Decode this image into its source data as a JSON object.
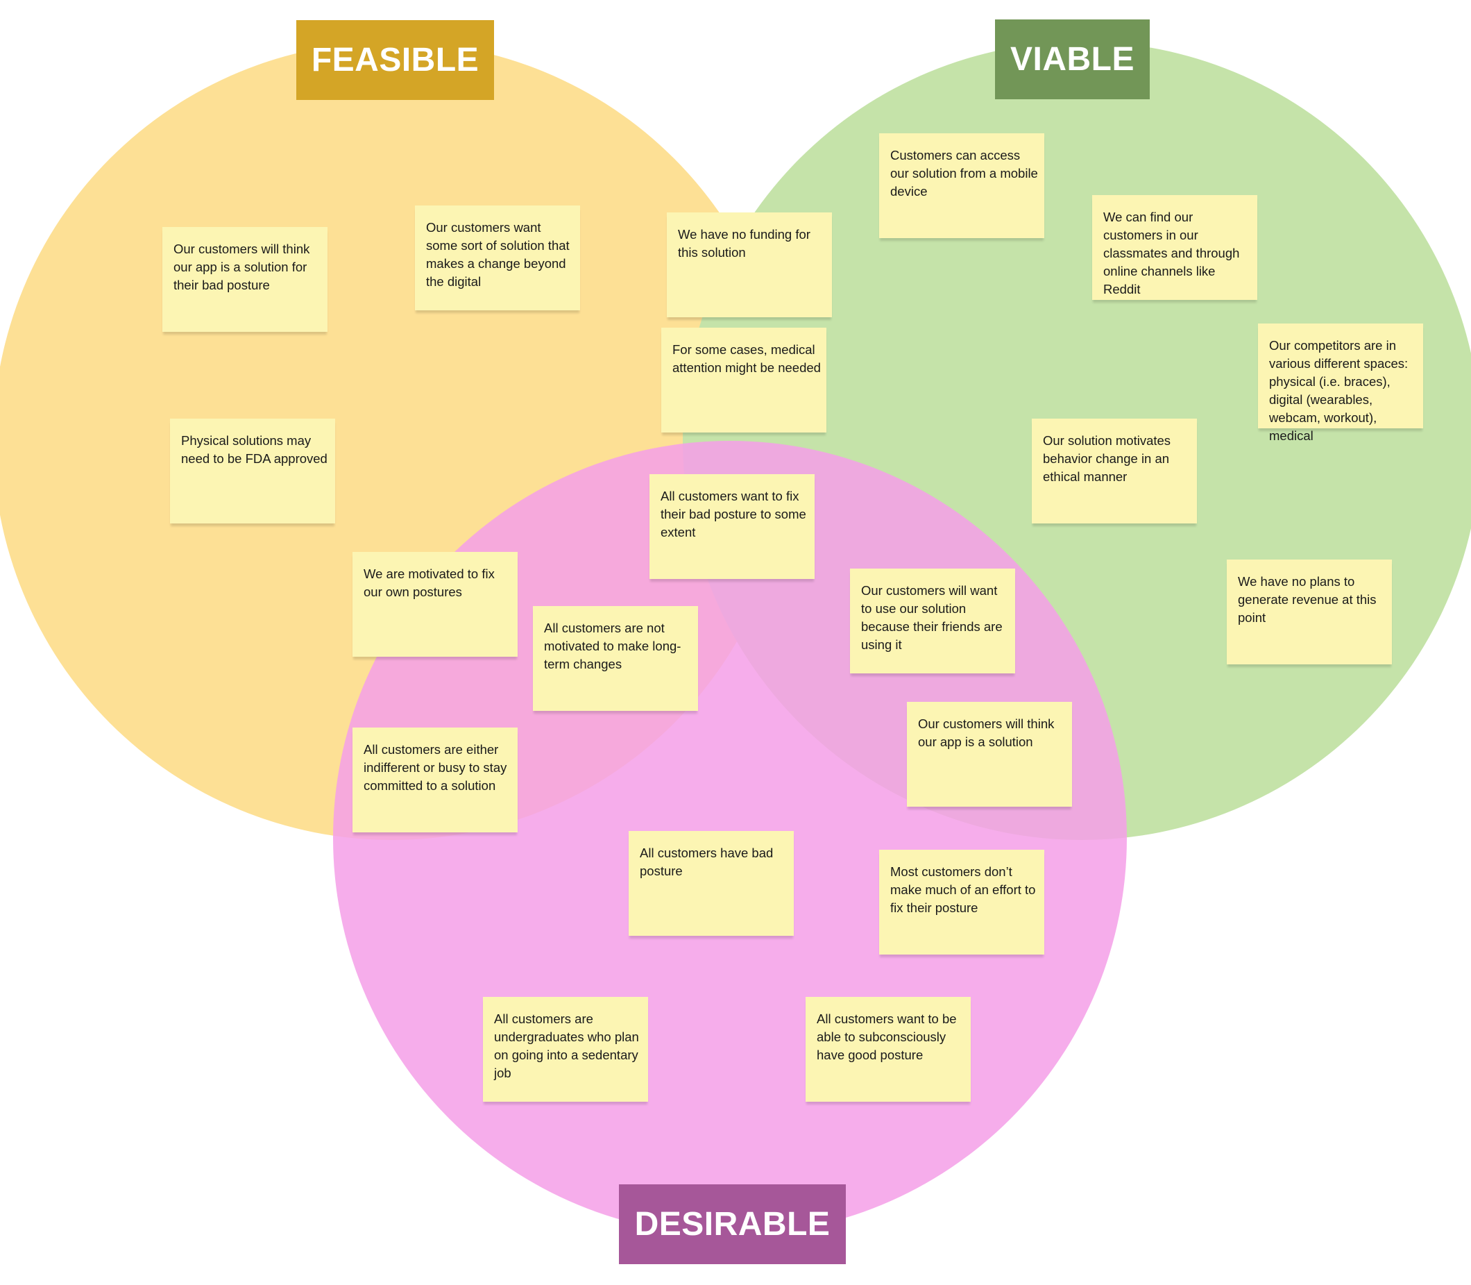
{
  "labels": {
    "feasible": "FEASIBLE",
    "viable": "VIABLE",
    "desirable": "DESIRABLE"
  },
  "colors": {
    "feasible": "#d4a526",
    "viable": "#729657",
    "desirable": "#a65799",
    "feasible_fill": "#fde095",
    "viable_fill": "#c5e3a9",
    "desirable_fill": "#f6abe9",
    "sticky": "#fcf5b3"
  },
  "notes": [
    "Our customers will think our app is a solution for their bad posture",
    "Our customers want some sort of solution that makes a change beyond the digital",
    "We have no funding for this solution",
    "Customers can access our solution from a mobile device",
    "We can find our customers in our classmates and through online channels like Reddit",
    "For some cases, medical attention might be needed",
    "Our competitors are in various different spaces: physical (i.e. braces), digital (wearables, webcam, workout), medical",
    "Physical solutions may need to be FDA approved",
    "Our solution motivates behavior change in an ethical manner",
    "All customers want to fix their bad posture to some extent",
    "We are motivated to fix our own postures",
    "All customers are not motivated to make long-term changes",
    "Our customers will want to use our solution because their friends are using it",
    "We have no plans to generate revenue at this point",
    "All customers are either indifferent or busy to stay committed to a solution",
    "Our customers will think our app is a solution",
    "All customers have bad posture",
    "Most customers don’t make much of an effort to fix their posture",
    "All customers are undergraduates who plan on going into a sedentary job",
    "All customers want to be able to subconsciously have good posture"
  ]
}
